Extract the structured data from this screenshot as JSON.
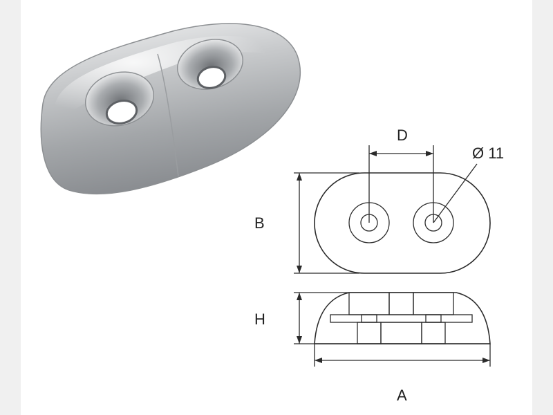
{
  "product": {
    "name": "zinc-anode-block",
    "icon": "anode-photo",
    "colors": {
      "metal_light": "#e6e7e8",
      "metal_mid": "#b9bbbd",
      "metal_dark": "#7f8286"
    }
  },
  "drawing": {
    "labels": {
      "D": "D",
      "diameter": "Ø 11",
      "B": "B",
      "H": "H",
      "A": "A"
    },
    "line_color": "#2a2a2a"
  }
}
